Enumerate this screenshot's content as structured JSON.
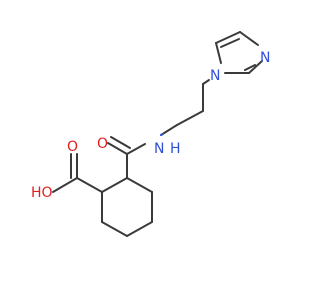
{
  "molecule": {
    "atoms": {
      "hydroxyl_oxygen": "HO",
      "carboxyl_oxygen": "O",
      "amide_oxygen": "O",
      "amide_nitrogen": "H",
      "amide_nitrogen_symbol": "N",
      "imidazole_n1": "N",
      "imidazole_n3": "N"
    },
    "colors": {
      "bond": "#3a3a3a",
      "oxygen": "#e02020",
      "nitrogen": "#3050d8"
    }
  }
}
